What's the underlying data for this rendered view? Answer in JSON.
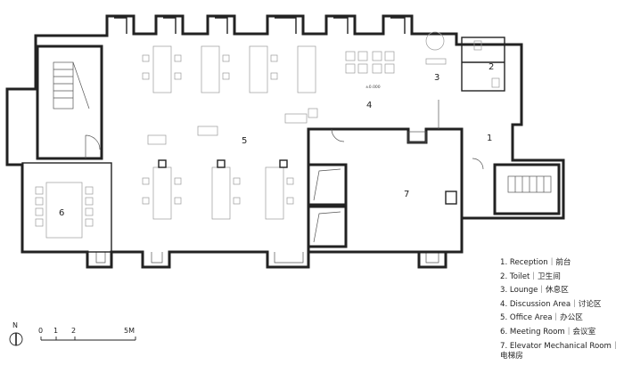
{
  "room_numbers": [
    "1",
    "2",
    "3",
    "4",
    "5",
    "6",
    "7"
  ],
  "legend": [
    "1. Reception｜前台",
    "2. Toilet｜卫生间",
    "3. Lounge｜休息区",
    "4. Discussion Area｜讨论区",
    "5. Office Area｜办公区",
    "6. Meeting Room｜会议室",
    "7. Elevator Mechanical Room｜电梯房"
  ],
  "scale": {
    "ticks": [
      "0",
      "1",
      "2",
      "5M"
    ]
  },
  "north": "N",
  "level_mark": "±0.000"
}
